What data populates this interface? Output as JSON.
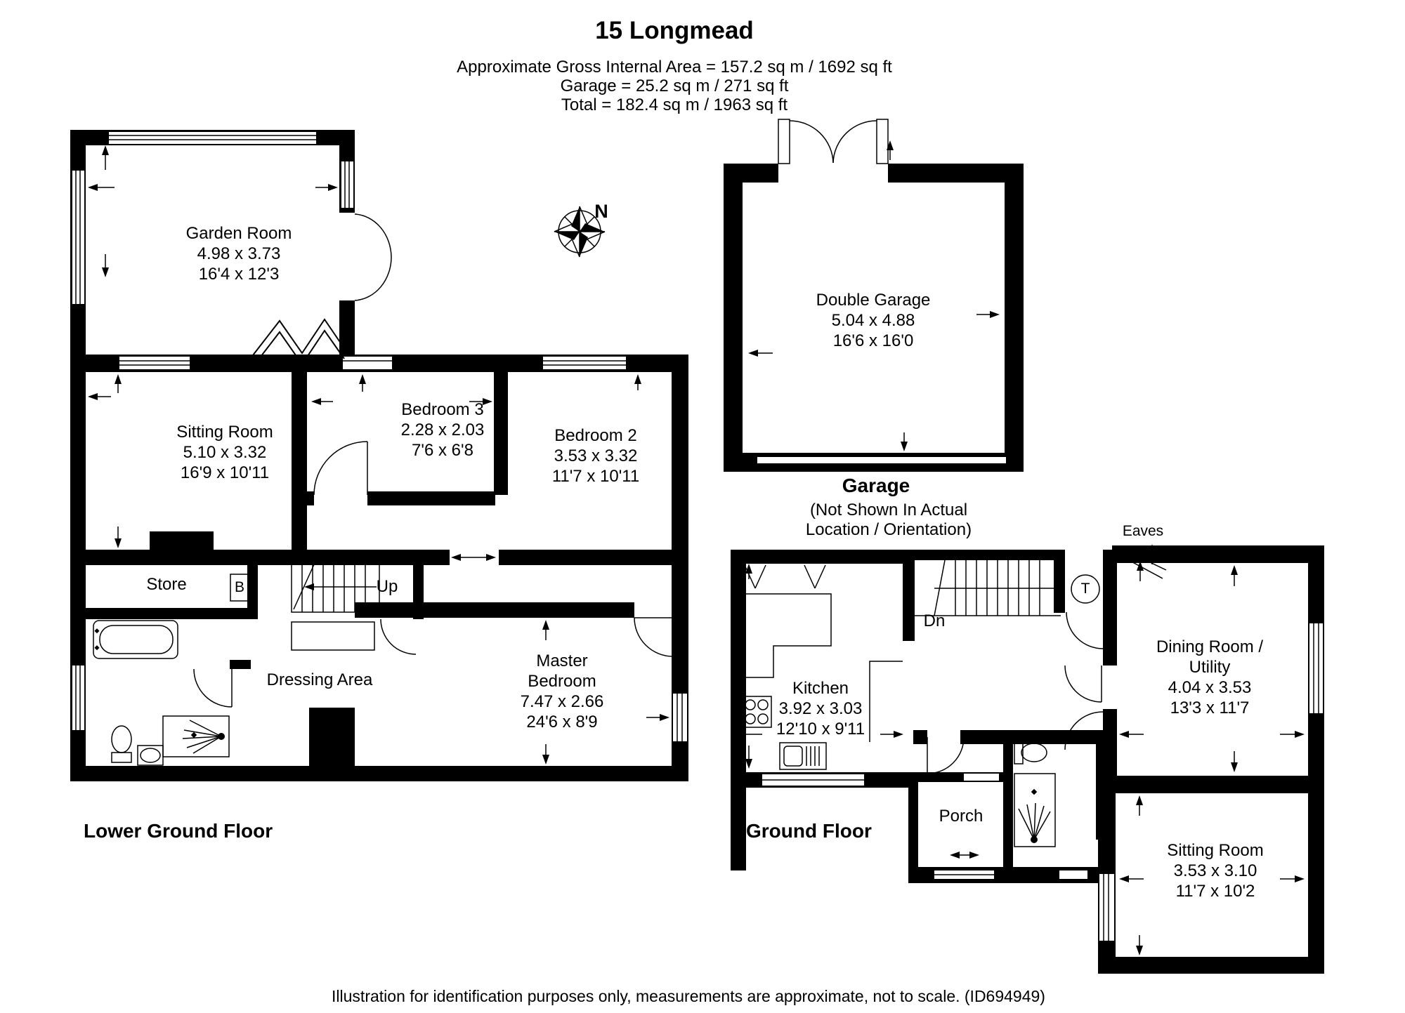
{
  "header": {
    "title": "15 Longmead",
    "area_line_1": "Approximate Gross Internal Area = 157.2 sq m / 1692 sq ft",
    "area_line_2": "Garage = 25.2 sq m / 271 sq ft",
    "area_line_3": "Total = 182.4 sq m / 1963 sq ft"
  },
  "compass": {
    "north_label": "N"
  },
  "floors": {
    "lower_ground": {
      "label": "Lower Ground Floor",
      "rooms": {
        "garden_room": {
          "name": "Garden Room",
          "metric": "4.98 x 3.73",
          "imperial": "16'4 x 12'3"
        },
        "sitting_room": {
          "name": "Sitting Room",
          "metric": "5.10 x 3.32",
          "imperial": "16'9 x 10'11"
        },
        "bedroom_3": {
          "name": "Bedroom 3",
          "metric": "2.28 x 2.03",
          "imperial": "7'6 x 6'8"
        },
        "bedroom_2": {
          "name": "Bedroom 2",
          "metric": "3.53 x 3.32",
          "imperial": "11'7 x 10'11"
        },
        "master_bedroom": {
          "name_line_1": "Master",
          "name_line_2": "Bedroom",
          "metric": "7.47 x 2.66",
          "imperial": "24'6 x 8'9"
        },
        "store": {
          "name": "Store"
        },
        "dressing_area": {
          "name": "Dressing Area"
        }
      },
      "labels": {
        "up": "Up",
        "boiler": "B"
      }
    },
    "ground": {
      "label": "Ground Floor",
      "rooms": {
        "kitchen": {
          "name": "Kitchen",
          "metric": "3.92 x 3.03",
          "imperial": "12'10 x 9'11"
        },
        "dining_room": {
          "name_line_1": "Dining Room /",
          "name_line_2": "Utility",
          "metric": "4.04 x 3.53",
          "imperial": "13'3 x 11'7"
        },
        "sitting_room": {
          "name": "Sitting Room",
          "metric": "3.53 x 3.10",
          "imperial": "11'7 x 10'2"
        },
        "porch": {
          "name": "Porch"
        }
      },
      "labels": {
        "down": "Dn",
        "tank": "T",
        "eaves": "Eaves"
      }
    },
    "garage": {
      "caption": "Garage",
      "caption_note_line_1": "(Not Shown In Actual",
      "caption_note_line_2": "Location / Orientation)",
      "rooms": {
        "double_garage": {
          "name": "Double Garage",
          "metric": "5.04 x 4.88",
          "imperial": "16'6 x 16'0"
        }
      }
    }
  },
  "footer": {
    "disclaimer": "Illustration for identification purposes only, measurements are approximate, not to scale. (ID694949)"
  },
  "colors": {
    "wall": "#000000",
    "background": "#ffffff"
  }
}
